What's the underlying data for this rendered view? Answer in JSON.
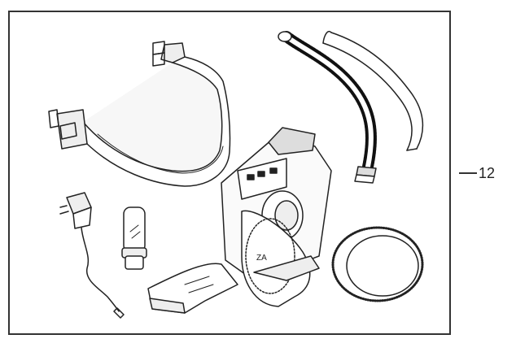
{
  "figure": {
    "callout_number": "12",
    "components": [
      {
        "name": "belt"
      },
      {
        "name": "corrugated-hose"
      },
      {
        "name": "hose-cover"
      },
      {
        "name": "blower-unit"
      },
      {
        "name": "filter-cartridge"
      },
      {
        "name": "battery-charger"
      },
      {
        "name": "airflow-indicator"
      },
      {
        "name": "battery-holder"
      }
    ]
  }
}
